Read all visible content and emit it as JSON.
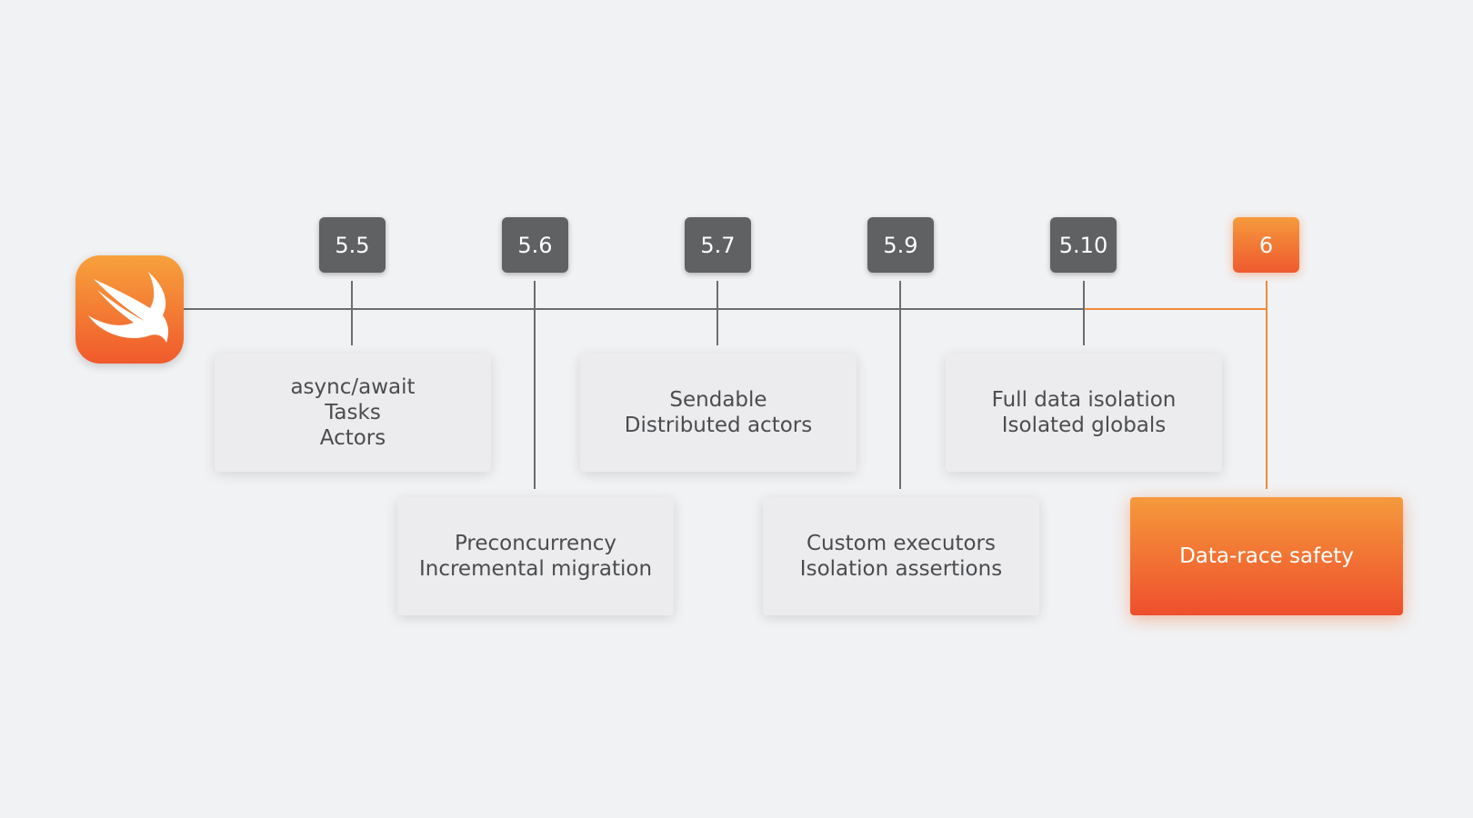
{
  "logo": {
    "icon": "swift-bird-icon",
    "gradient": [
      "#f7a13c",
      "#f05a2c"
    ]
  },
  "colors": {
    "timeline_line": "#6b6d70",
    "accent_line": "#f08a3a",
    "version_tag": "#5f6163",
    "card_background": "#ececee",
    "accent_gradient": [
      "#f59a3c",
      "#ee4f2c"
    ],
    "page_background": "#f1f2f4"
  },
  "versions": [
    {
      "label": "5.5",
      "features": [
        "async/await",
        "Tasks",
        "Actors"
      ],
      "highlight": false
    },
    {
      "label": "5.6",
      "features": [
        "Preconcurrency",
        "Incremental migration"
      ],
      "highlight": false
    },
    {
      "label": "5.7",
      "features": [
        "Sendable",
        "Distributed actors"
      ],
      "highlight": false
    },
    {
      "label": "5.9",
      "features": [
        "Custom executors",
        "Isolation assertions"
      ],
      "highlight": false
    },
    {
      "label": "5.10",
      "features": [
        "Full data isolation",
        "Isolated globals"
      ],
      "highlight": false
    },
    {
      "label": "6",
      "features": [
        "Data-race safety"
      ],
      "highlight": true
    }
  ]
}
